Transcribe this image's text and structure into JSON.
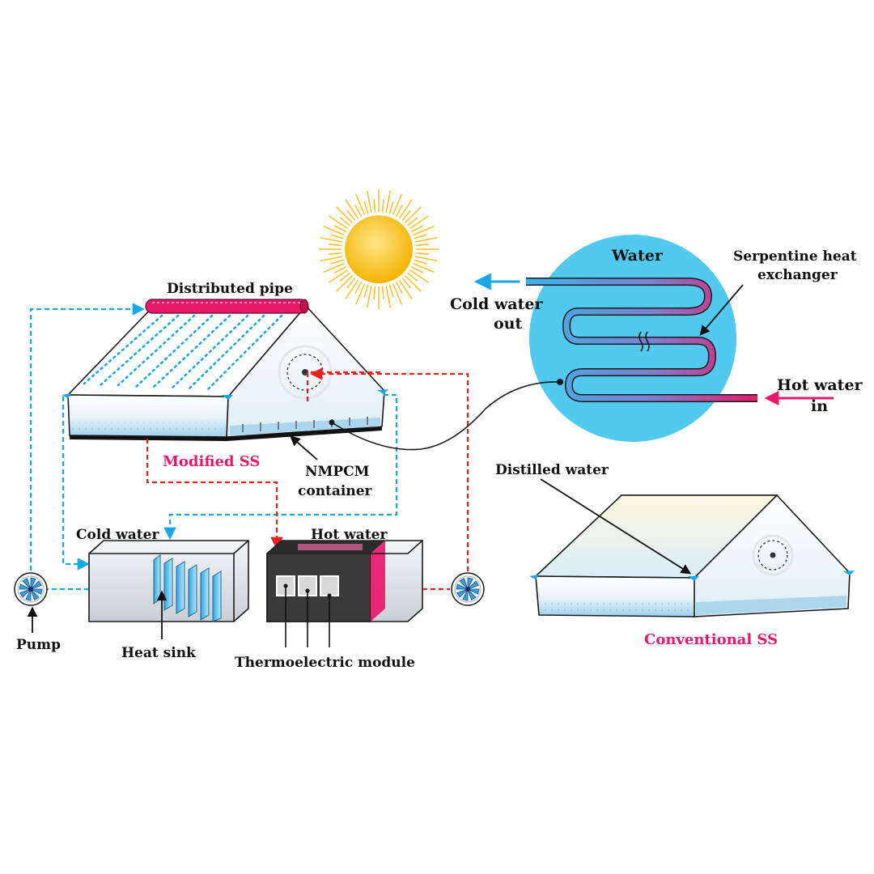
{
  "labels": {
    "distributed_pipe": "Distributed pipe",
    "modified_ss": "Modified SS",
    "nmpcm_line1": "NMPCM",
    "nmpcm_line2": "container",
    "cold_water": "Cold water",
    "hot_water": "Hot water",
    "pump": "Pump",
    "heat_sink": "Heat sink",
    "thermoelectric_module": "Thermoelectric module",
    "water": "Water",
    "serpentine_line1": "Serpentine heat",
    "serpentine_line2": "exchanger",
    "cold_water_out_line1": "Cold water",
    "cold_water_out_line2": "out",
    "hot_water_in_line1": "Hot water",
    "hot_water_in_line2": "in",
    "distilled_water": "Distilled water",
    "conventional_ss": "Conventional SS"
  },
  "colors": {
    "accent_pink": "#e8196b",
    "cold_flow": "#1aa7e8",
    "hot_flow": "#e8231d",
    "sun": "#fbbf24",
    "water_bubble": "#52c9ee"
  },
  "icons": [
    "sun-icon",
    "pump-icon",
    "fan-icon"
  ]
}
